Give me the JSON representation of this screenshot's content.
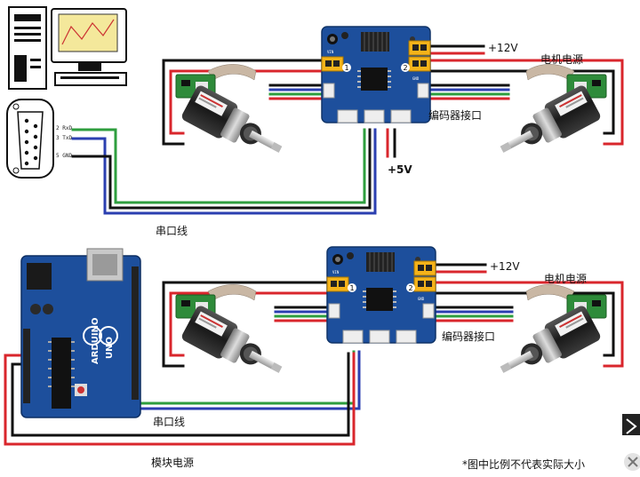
{
  "labels": {
    "plus12v_top": "+12V",
    "motor_power_top": "电机电源",
    "encoder_port_top": "编码器接口",
    "plus5v": "+5V",
    "serial_cable_top": "串口线",
    "plus12v_bottom": "+12V",
    "motor_power_bottom": "电机电源",
    "encoder_port_bottom": "编码器接口",
    "serial_cable_bottom": "串口线",
    "module_power": "模块电源",
    "scale_note": "*图中比例不代表实际大小"
  },
  "db9_pins": {
    "rxd": "2 RxD",
    "txd": "3 TxD",
    "gnd": "5 GND"
  },
  "arduino": {
    "brand": "ARDUINO",
    "model": "UNO"
  },
  "wire_colors": {
    "black": "#111111",
    "red": "#d9262c",
    "green": "#2e9e3e",
    "blue": "#2b3fb0",
    "board_blue": "#1d4f9c",
    "connector_yellow": "#f5b31a"
  },
  "icons": [
    "computer-icon",
    "db9-connector-icon",
    "driver-board-icon",
    "gear-motor-icon",
    "arduino-board-icon",
    "next-arrow-icon",
    "close-icon"
  ]
}
